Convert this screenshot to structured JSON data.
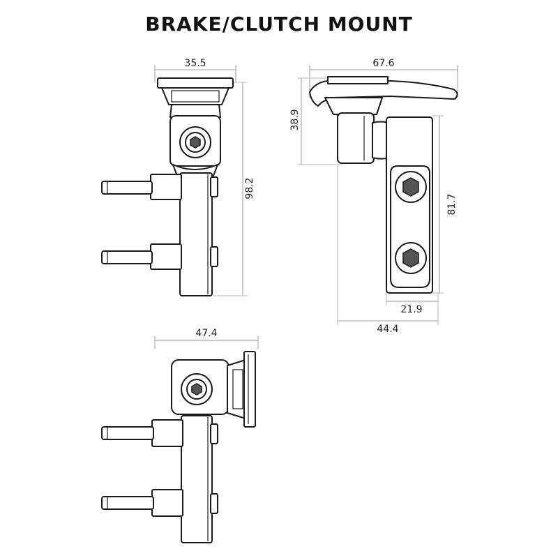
{
  "title": "BRAKE/CLUTCH MOUNT",
  "dimensions": {
    "front_width": "35.5",
    "front_height": "98.2",
    "side_width": "67.6",
    "side_top_height": "38.9",
    "side_right_height": "81.7",
    "side_bottom_inner": "21.9",
    "side_bottom_total": "44.4",
    "bottom_view_width": "47.4"
  }
}
